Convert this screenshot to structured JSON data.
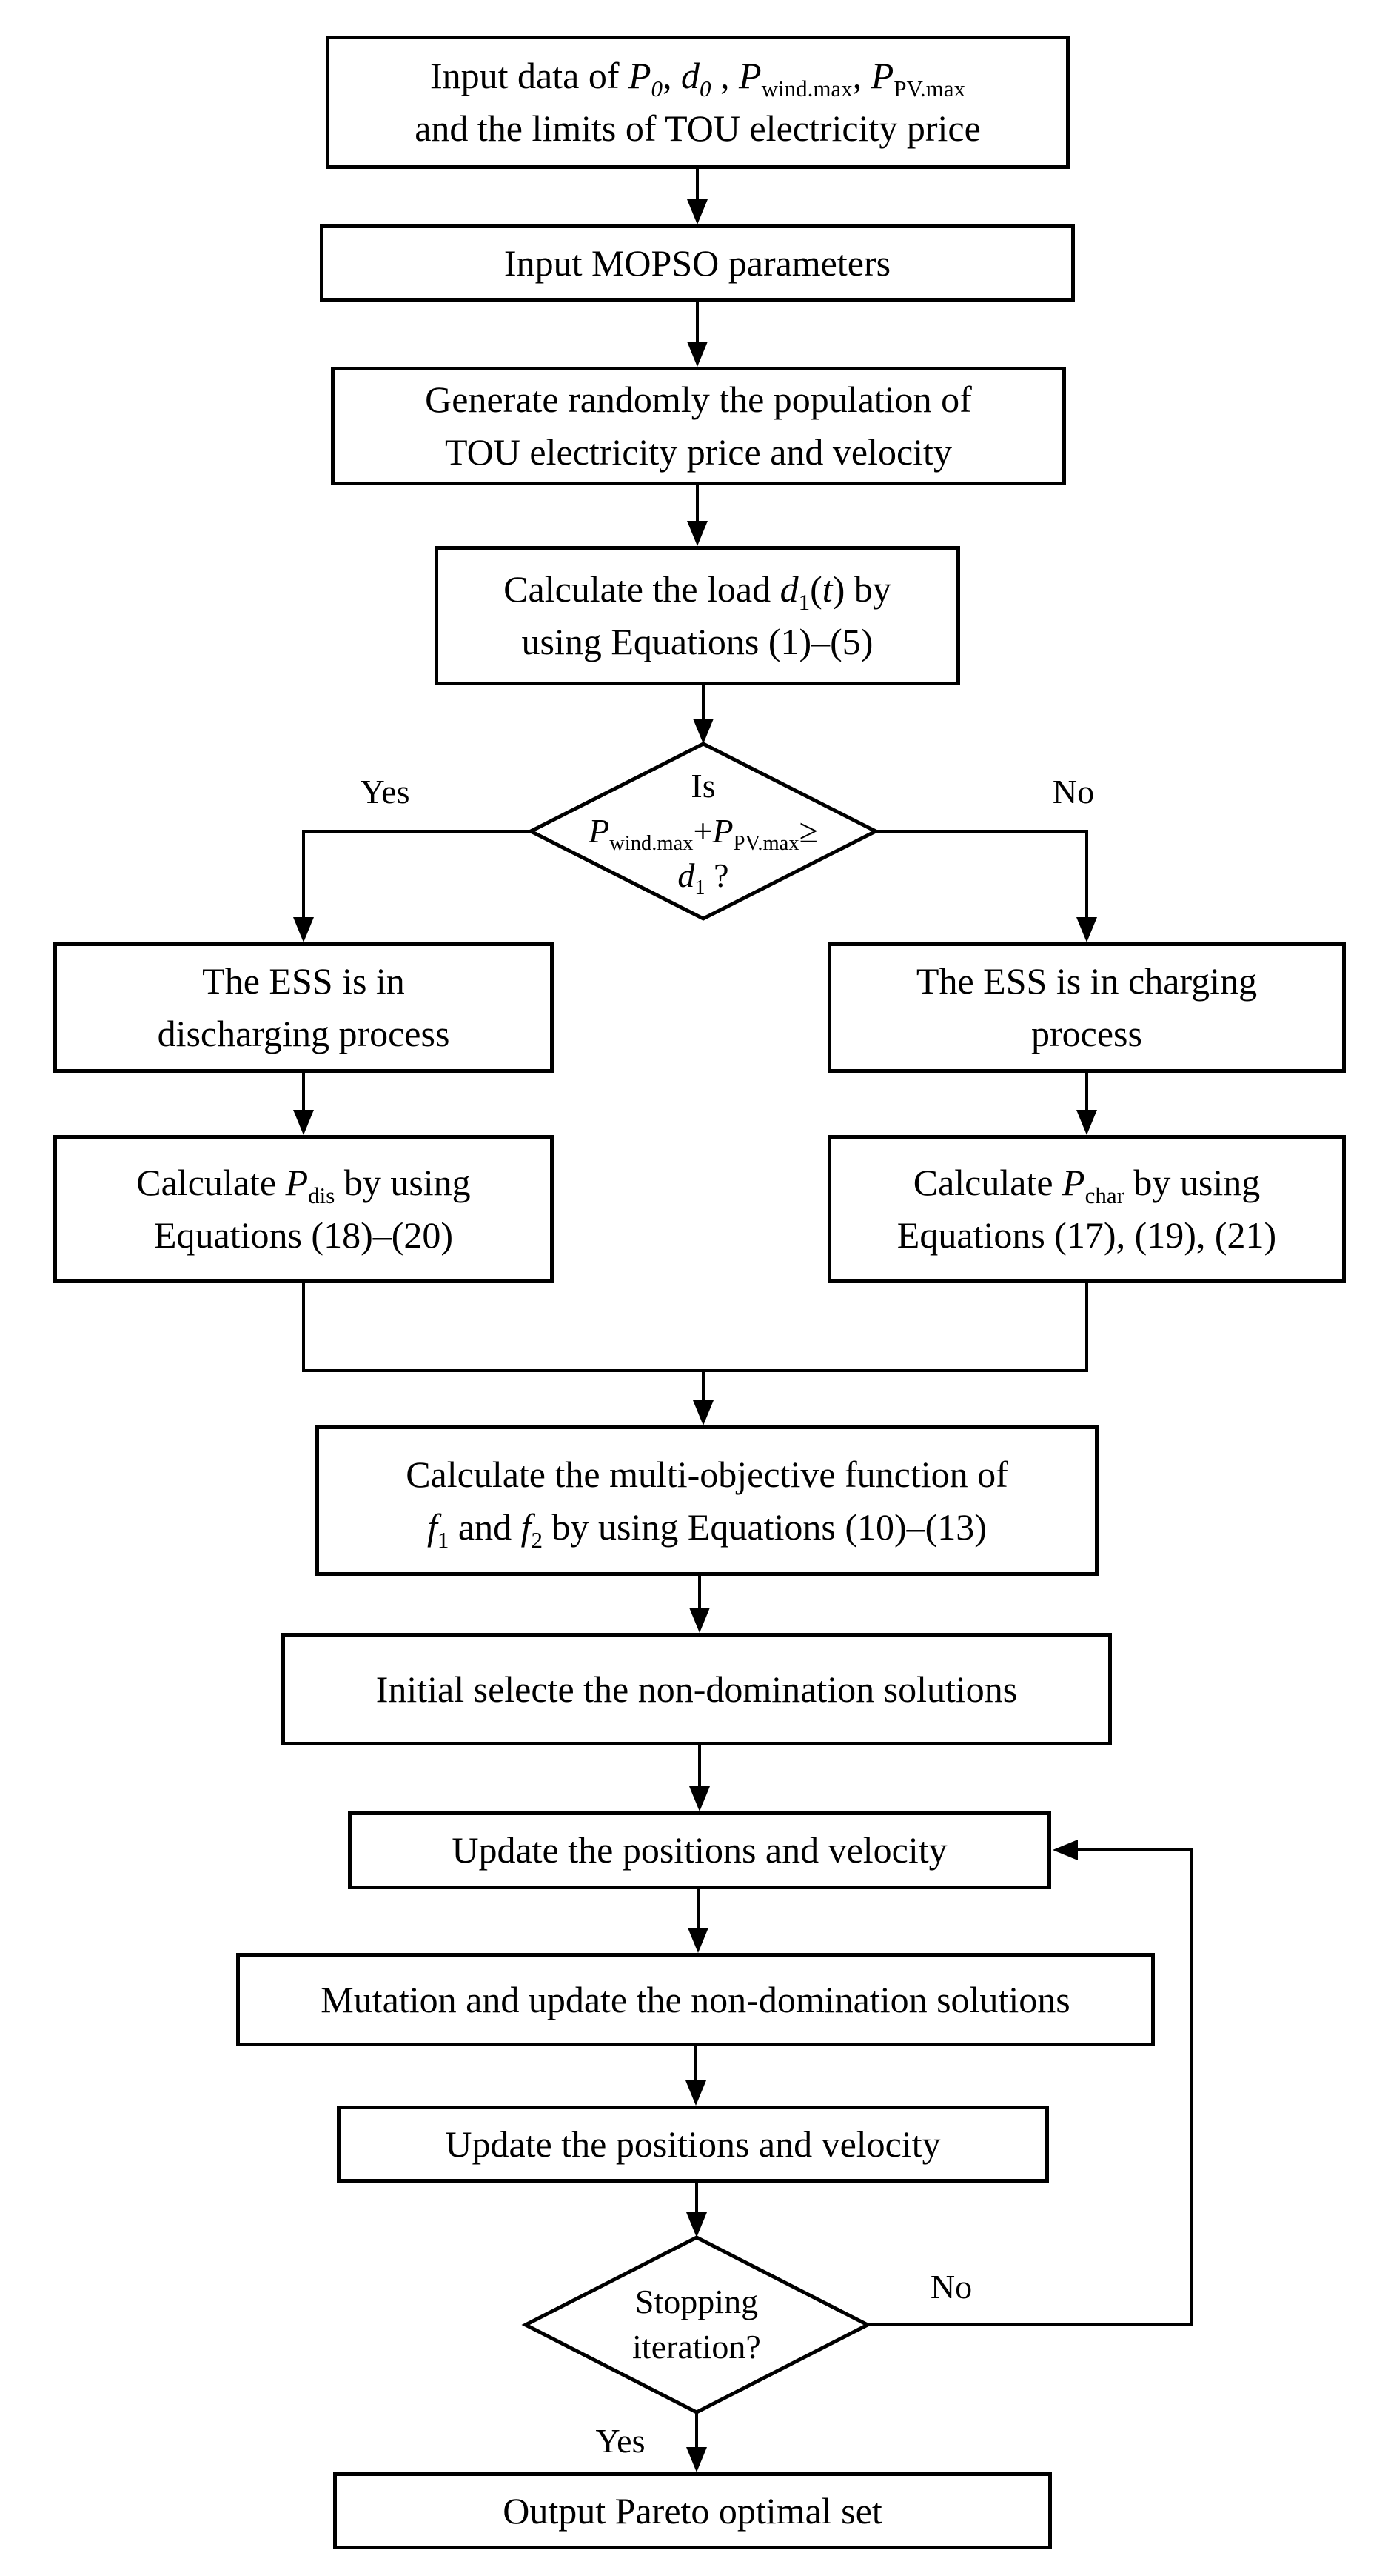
{
  "diagram_type": "flowchart",
  "colors": {
    "line": "#000000",
    "background": "#ffffff",
    "text": "#000000"
  },
  "edge_labels": {
    "decision_yes": "Yes",
    "decision_no": "No",
    "stop_no": "No",
    "stop_yes": "Yes"
  },
  "nodes": {
    "input_data": {
      "lines": [
        [
          {
            "t": "Input data of "
          },
          {
            "t": "P",
            "i": true
          },
          {
            "t": "0",
            "i": true,
            "s": true
          },
          {
            "t": ", "
          },
          {
            "t": "d",
            "i": true
          },
          {
            "t": "0",
            "i": true,
            "s": true
          },
          {
            "t": " , "
          },
          {
            "t": "P",
            "i": true
          },
          {
            "t": "wind.max",
            "s": true
          },
          {
            "t": ", "
          },
          {
            "t": "P",
            "i": true
          },
          {
            "t": "PV.max",
            "s": true
          }
        ],
        [
          {
            "t": "and the limits of TOU electricity price"
          }
        ]
      ]
    },
    "input_mopso": {
      "lines": [
        [
          {
            "t": "Input MOPSO parameters"
          }
        ]
      ]
    },
    "generate_population": {
      "lines": [
        [
          {
            "t": "Generate randomly the population of"
          }
        ],
        [
          {
            "t": "TOU electricity price and velocity"
          }
        ]
      ]
    },
    "calculate_load": {
      "lines": [
        [
          {
            "t": "Calculate the load "
          },
          {
            "t": "d",
            "i": true
          },
          {
            "t": "1",
            "s": true
          },
          {
            "t": "("
          },
          {
            "t": "t",
            "i": true
          },
          {
            "t": ") by"
          }
        ],
        [
          {
            "t": "using Equations (1)–(5)"
          }
        ]
      ]
    },
    "decision_power": {
      "lines": [
        [
          {
            "t": "Is"
          }
        ],
        [
          {
            "t": "P",
            "i": true
          },
          {
            "t": "wind.max",
            "s": true
          },
          {
            "t": "+"
          },
          {
            "t": "P",
            "i": true
          },
          {
            "t": "PV.max",
            "s": true
          },
          {
            "t": "≥"
          }
        ],
        [
          {
            "t": "d",
            "i": true
          },
          {
            "t": "1",
            "s": true
          },
          {
            "t": " ?"
          }
        ]
      ]
    },
    "ess_discharging": {
      "lines": [
        [
          {
            "t": "The ESS is in"
          }
        ],
        [
          {
            "t": "discharging process"
          }
        ]
      ]
    },
    "ess_charging": {
      "lines": [
        [
          {
            "t": "The ESS is in charging"
          }
        ],
        [
          {
            "t": "process"
          }
        ]
      ]
    },
    "calc_pdis": {
      "lines": [
        [
          {
            "t": "Calculate "
          },
          {
            "t": "P",
            "i": true
          },
          {
            "t": "dis",
            "s": true
          },
          {
            "t": " by using"
          }
        ],
        [
          {
            "t": "Equations (18)–(20)"
          }
        ]
      ]
    },
    "calc_pchar": {
      "lines": [
        [
          {
            "t": "Calculate "
          },
          {
            "t": "P",
            "i": true
          },
          {
            "t": "char",
            "s": true
          },
          {
            "t": " by using"
          }
        ],
        [
          {
            "t": "Equations (17), (19), (21)"
          }
        ]
      ]
    },
    "calc_objective": {
      "lines": [
        [
          {
            "t": "Calculate the multi-objective function of"
          }
        ],
        [
          {
            "t": "f",
            "i": true
          },
          {
            "t": "1",
            "s": true
          },
          {
            "t": " and "
          },
          {
            "t": "f",
            "i": true
          },
          {
            "t": "2",
            "s": true
          },
          {
            "t": " by using Equations (10)–(13)"
          }
        ]
      ]
    },
    "initial_select": {
      "lines": [
        [
          {
            "t": "Initial selecte the non-domination solutions"
          }
        ]
      ]
    },
    "update_positions_1": {
      "lines": [
        [
          {
            "t": "Update the positions and velocity"
          }
        ]
      ]
    },
    "mutation_update": {
      "lines": [
        [
          {
            "t": "Mutation and update the non-domination solutions"
          }
        ]
      ]
    },
    "update_positions_2": {
      "lines": [
        [
          {
            "t": "Update the positions and velocity"
          }
        ]
      ]
    },
    "decision_stop": {
      "lines": [
        [
          {
            "t": "Stopping"
          }
        ],
        [
          {
            "t": "iteration?"
          }
        ]
      ]
    },
    "output_pareto": {
      "lines": [
        [
          {
            "t": "Output Pareto optimal set"
          }
        ]
      ]
    }
  }
}
